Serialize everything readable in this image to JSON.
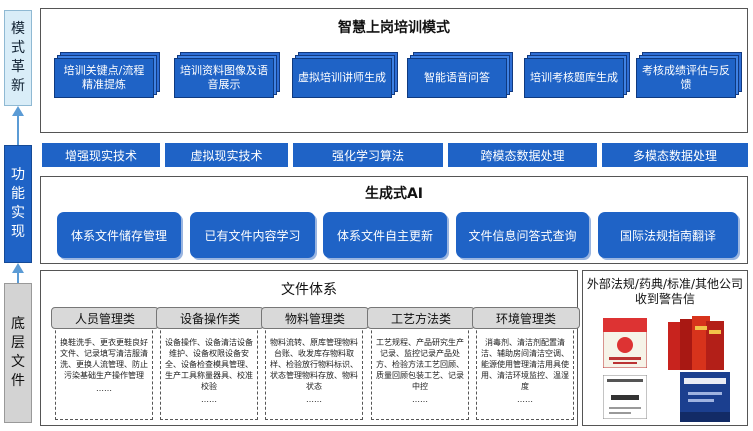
{
  "left_labels": {
    "mode": "模式革新",
    "function": "功能实现",
    "base": "底层文件"
  },
  "top": {
    "title": "智慧上岗培训模式",
    "cards": [
      "培训关键点/流程精准提炼",
      "培训资料图像及语音展示",
      "虚拟培训讲师生成",
      "智能语音问答",
      "培训考核题库生成",
      "考核成绩评估与反馈"
    ]
  },
  "tech_bar": [
    "增强现实技术",
    "虚拟现实技术",
    "强化学习算法",
    "跨模态数据处理",
    "多模态数据处理"
  ],
  "ai": {
    "title": "生成式AI",
    "buttons": [
      "体系文件储存管理",
      "已有文件内容学习",
      "体系文件自主更新",
      "文件信息问答式查询",
      "国际法规指南翻译"
    ]
  },
  "files": {
    "title": "文件体系",
    "categories": [
      {
        "name": "人员管理类",
        "text": "换鞋洗手、更衣更鞋良好文件、记录填写清洁服清洗、更换人流管理、防止污染基础生产操作管理",
        "more": "……"
      },
      {
        "name": "设备操作类",
        "text": "设备操作、设备清洁设备维护、设备权限设备安全、设备检查模具管理、生产工具称量器具、校准校验",
        "more": "……"
      },
      {
        "name": "物料管理类",
        "text": "物料流转、原库管理物料台账、收发库存物料取样、检验放行物料标识、状态管理物料存放、物料状态",
        "more": "……"
      },
      {
        "name": "工艺方法类",
        "text": "工艺规程、产品研究生产记录、监控记录产品处方、检验方法工艺回顾、质量回顾包装工艺、记录中控",
        "more": "……"
      },
      {
        "name": "环境管理类",
        "text": "消毒剂、清洁剂配置清洁、辅助房间清洁空调、能源使用管理清洁用具使用、清洁环境监控、温湿度",
        "more": "……"
      }
    ]
  },
  "external": {
    "title": "外部法规/药典/标准/其他公司收到警告信"
  }
}
